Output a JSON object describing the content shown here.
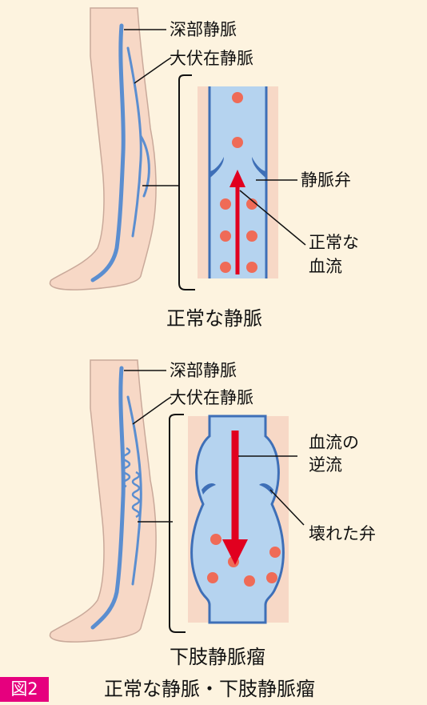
{
  "top": {
    "labels": {
      "deep_vein": "深部静脈",
      "great_saphenous": "大伏在静脈",
      "valve": "静脈弁",
      "normal_flow_line1": "正常な",
      "normal_flow_line2": "血流"
    },
    "caption": "正常な静脈"
  },
  "bottom": {
    "labels": {
      "deep_vein": "深部静脈",
      "great_saphenous": "大伏在静脈",
      "reflux_line1": "血流の",
      "reflux_line2": "逆流",
      "broken_valve": "壊れた弁"
    },
    "caption": "下肢静脈瘤"
  },
  "figure": {
    "badge": "図2",
    "title": "正常な静脈・下肢静脈瘤"
  },
  "colors": {
    "background": "#fdf3df",
    "skin": "#f7d8c6",
    "skin_outline": "#c9a99a",
    "vein_fill": "#b5d3ef",
    "vein_wall": "#3e6fb7",
    "blood_cell": "#ef6b57",
    "arrow": "#e1001f",
    "badge": "#e6007e"
  }
}
